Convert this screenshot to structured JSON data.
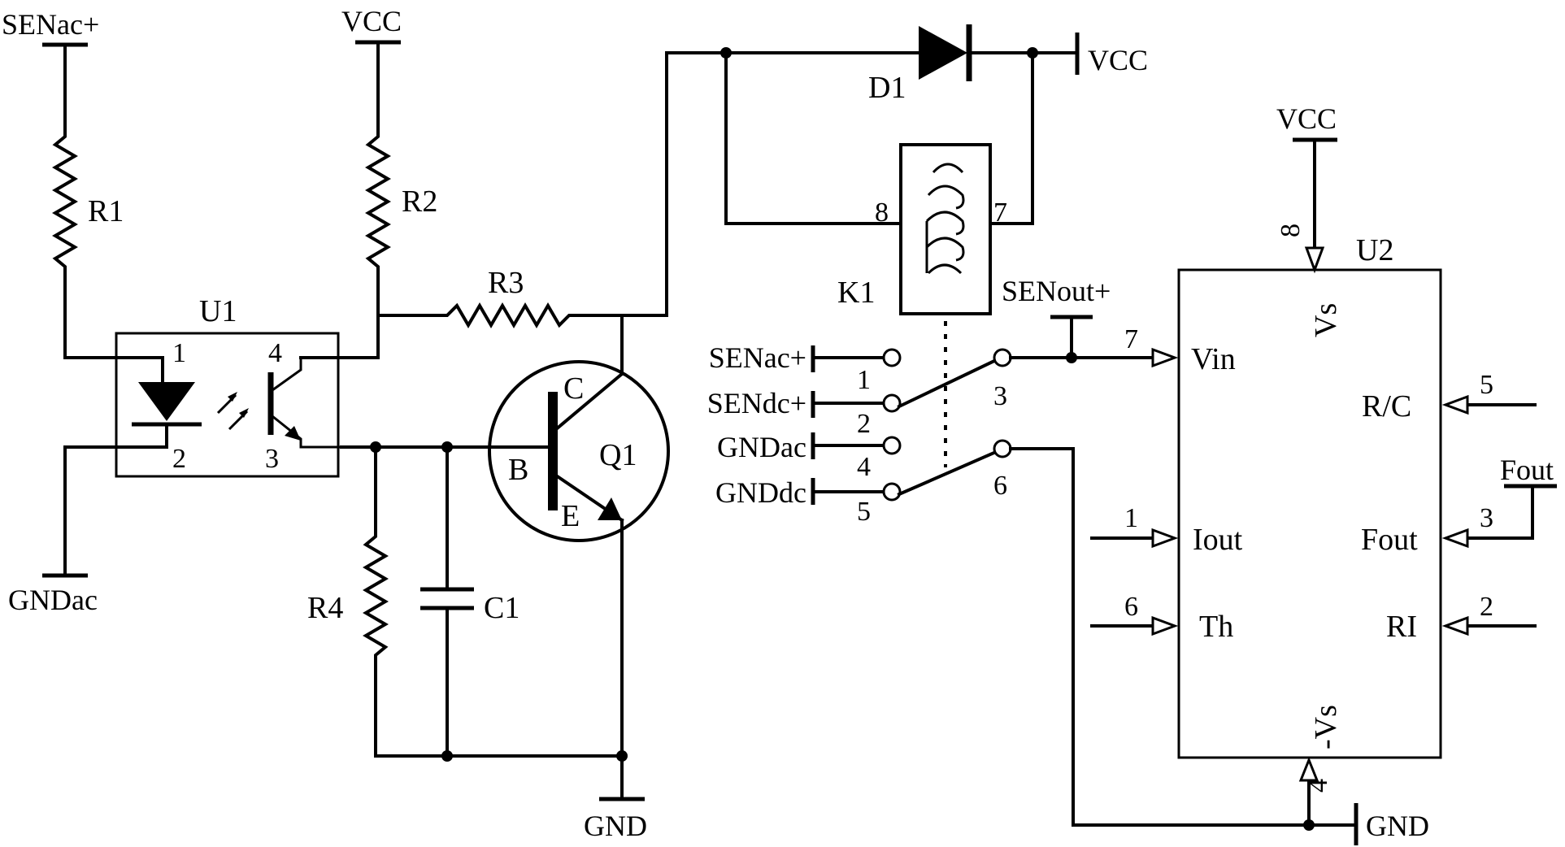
{
  "net_labels": {
    "senac_top": "SENac+",
    "vcc_r2": "VCC",
    "vcc_d1": "VCC",
    "vcc_u2": "VCC",
    "gndac": "GNDac",
    "gnd_q1": "GND",
    "gnd_u2": "GND",
    "senout": "SENout+",
    "fout_net": "Fout"
  },
  "components": {
    "r1": "R1",
    "r2": "R2",
    "r3": "R3",
    "r4": "R4",
    "c1": "C1",
    "u1": "U1",
    "q1": "Q1",
    "d1": "D1",
    "k1": "K1",
    "u2": "U2"
  },
  "u1_pins": {
    "p1": "1",
    "p2": "2",
    "p3": "3",
    "p4": "4"
  },
  "q1_pins": {
    "b": "B",
    "c": "C",
    "e": "E"
  },
  "k1_pins": {
    "p8": "8",
    "p7": "7",
    "p1": "1",
    "p2": "2",
    "p3": "3",
    "p4": "4",
    "p5": "5",
    "p6": "6"
  },
  "switch_inputs": [
    "SENac+",
    "SENdc+",
    "GNDac",
    "GNDdc"
  ],
  "u2_pins": {
    "vs": "Vs",
    "vs_num": "8",
    "vin": "Vin",
    "vin_num": "7",
    "rc": "R/C",
    "rc_num": "5",
    "fout": "Fout",
    "fout_num": "3",
    "iout": "Iout",
    "iout_num": "1",
    "th": "Th",
    "th_num": "6",
    "ri": "RI",
    "ri_num": "2",
    "nvs": "-Vs",
    "nvs_num": "4"
  }
}
